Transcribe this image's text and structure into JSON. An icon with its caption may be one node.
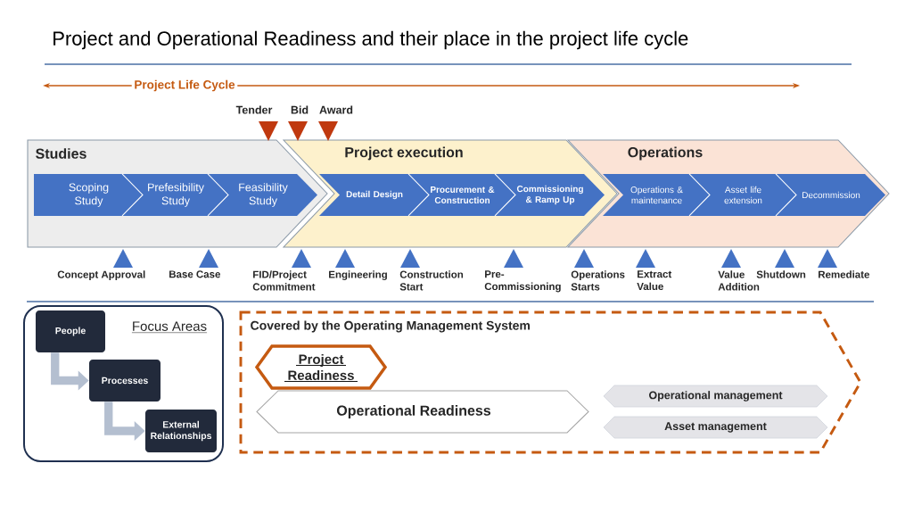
{
  "diagram": {
    "title": "Project and Operational Readiness and their place in the project life cycle",
    "nodes": [
      {
        "text": [
          "Studies"
        ]
      },
      {
        "text": [
          "Scoping Study"
        ],
        "in": 0
      },
      {
        "text": [
          "Prefesibility Study"
        ],
        "in": 0
      },
      {
        "text": [
          "Feasibility Study"
        ],
        "in": 0
      },
      {
        "text": [
          "Project execution"
        ]
      },
      {
        "text": [
          "Detail Design"
        ],
        "in": 4
      },
      {
        "text": [
          "Procurement & Construction"
        ],
        "in": 4
      },
      {
        "text": [
          "Commissioning & Ramp Up"
        ],
        "in": 4
      },
      {
        "text": [
          "Operations"
        ]
      },
      {
        "text": [
          "Operations & maintenance"
        ],
        "in": 8
      },
      {
        "text": [
          "Asset life extension"
        ],
        "in": 8
      },
      {
        "text": [
          "Decommission"
        ],
        "in": 8
      },
      {
        "text": [
          "Focus Areas"
        ]
      },
      {
        "text": [
          "People"
        ],
        "in": 12
      },
      {
        "text": [
          "Processes"
        ],
        "in": 12
      },
      {
        "text": [
          "External Relationships"
        ],
        "in": 12
      },
      {
        "text": [
          "Covered by the Operating Management System"
        ]
      },
      {
        "text": [
          "Project Readiness"
        ],
        "in": 16
      },
      {
        "text": [
          "Operational Readiness"
        ],
        "in": 16
      },
      {
        "text": [
          "Operational management"
        ],
        "in": 16
      },
      {
        "text": [
          "Asset management"
        ],
        "in": 16
      }
    ],
    "edges": [
      {
        "from": 13,
        "to": 14,
        "arrow": "to"
      },
      {
        "from": 14,
        "to": 15,
        "arrow": "to"
      }
    ],
    "labels": [
      "Project Life Cycle",
      "Tender",
      "Bid",
      "Award",
      "Concept Approval",
      "Base Case",
      "FID/Project Commitment",
      "Engineering",
      "Construction Start",
      "Pre-Commissioning",
      "Operations Starts",
      "Extract Value",
      "Value Addition",
      "Shutdown",
      "Remediate"
    ]
  }
}
